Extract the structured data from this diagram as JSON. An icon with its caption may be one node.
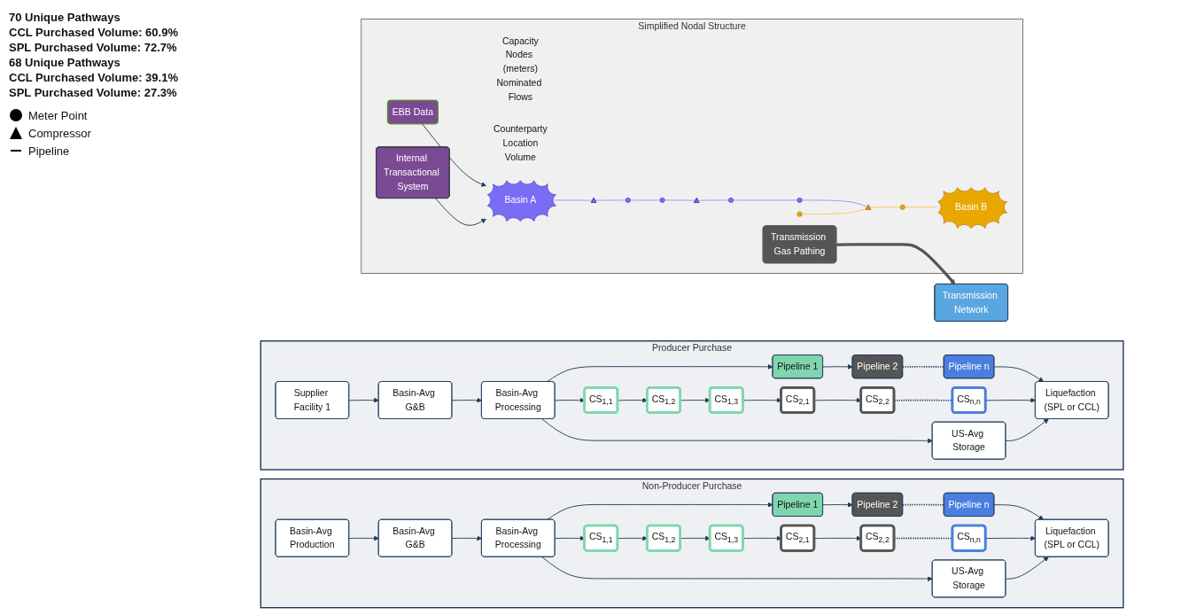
{
  "diagram": {
    "nodes": [
      {
        "text": [
          "Simplified Nodal Structure"
        ]
      },
      {
        "text": [
          "EBB Data"
        ],
        "in": 0,
        "beside": [
          "Capacity",
          "Nodes (meters)",
          "Nominated Flows"
        ]
      },
      {
        "text": [
          "Internal Transactional System"
        ],
        "in": 0,
        "beside": [
          "Counterparty",
          "Location",
          "Volume"
        ]
      },
      {
        "text": [
          "Basin A"
        ],
        "in": 0
      },
      {
        "text": [],
        "shape": "triangle",
        "in": 0
      },
      {
        "text": [],
        "shape": "circle",
        "in": 0
      },
      {
        "text": [],
        "shape": "circle",
        "in": 0
      },
      {
        "text": [],
        "shape": "triangle",
        "in": 0
      },
      {
        "text": [],
        "shape": "circle",
        "in": 0
      },
      {
        "text": [],
        "shape": "circle",
        "in": 0
      },
      {
        "text": [],
        "shape": "circle",
        "in": 0
      },
      {
        "text": [],
        "shape": "triangle",
        "in": 0
      },
      {
        "text": [],
        "shape": "circle",
        "in": 0
      },
      {
        "text": [
          "Basin B"
        ],
        "in": 0
      },
      {
        "text": [
          "Transmission Gas Pathing"
        ],
        "in": 0
      },
      {
        "text": [
          "Transmission Network"
        ]
      },
      {
        "text": [
          "Producer Purchase"
        ]
      },
      {
        "text": [
          "Supplier Facility 1"
        ],
        "in": 16
      },
      {
        "text": [
          "Basin-Avg G&B"
        ],
        "in": 16
      },
      {
        "text": [
          "Basin-Avg Processing"
        ],
        "in": 16
      },
      {
        "text": [
          "Pipeline 1"
        ],
        "in": 16
      },
      {
        "text": [
          "Pipeline 2"
        ],
        "in": 16
      },
      {
        "text": [
          "Pipeline n"
        ],
        "in": 16
      },
      {
        "text": [
          "CS$_{1,1}$"
        ],
        "in": 16
      },
      {
        "text": [
          "CS$_{1,2}$"
        ],
        "in": 16
      },
      {
        "text": [
          "CS$_{1,3}$"
        ],
        "in": 16
      },
      {
        "text": [
          "CS$_{2,1}$"
        ],
        "in": 16
      },
      {
        "text": [
          "CS$_{2,2}$"
        ],
        "in": 16
      },
      {
        "text": [
          "CS$_{n,n}$"
        ],
        "in": 16
      },
      {
        "text": [
          "US-Avg Storage"
        ],
        "in": 16
      },
      {
        "text": [
          "Liquefaction (SPL or CCL)"
        ],
        "in": 16
      },
      {
        "text": [
          "Non-Producer Purchase"
        ]
      },
      {
        "text": [
          "Basin-Avg Production"
        ],
        "in": 31
      },
      {
        "text": [
          "Basin-Avg G&B"
        ],
        "in": 31
      },
      {
        "text": [
          "Basin-Avg Processing"
        ],
        "in": 31
      },
      {
        "text": [
          "Pipeline 1"
        ],
        "in": 31
      },
      {
        "text": [
          "Pipeline 2"
        ],
        "in": 31
      },
      {
        "text": [
          "Pipeline n"
        ],
        "in": 31
      },
      {
        "text": [
          "CS$_{1,1}$"
        ],
        "in": 31
      },
      {
        "text": [
          "CS$_{1,2}$"
        ],
        "in": 31
      },
      {
        "text": [
          "CS$_{1,3}$"
        ],
        "in": 31
      },
      {
        "text": [
          "CS$_{2,1}$"
        ],
        "in": 31
      },
      {
        "text": [
          "CS$_{2,2}$"
        ],
        "in": 31
      },
      {
        "text": [
          "CS$_{n,n}$"
        ],
        "in": 31
      },
      {
        "text": [
          "US-Avg Storage"
        ],
        "in": 31
      },
      {
        "text": [
          "Liquefaction (SPL or CCL)"
        ],
        "in": 31
      }
    ],
    "edges": [
      {
        "from": 1,
        "to": 3,
        "arrow": "to"
      },
      {
        "from": 2,
        "to": 3,
        "arrow": "to"
      },
      {
        "from": 3,
        "to": 4,
        "arrow": "none",
        "color": "#9a93f2"
      },
      {
        "from": 4,
        "to": 5,
        "arrow": "none",
        "color": "#9a93f2"
      },
      {
        "from": 5,
        "to": 6,
        "arrow": "none",
        "color": "#9a93f2"
      },
      {
        "from": 6,
        "to": 7,
        "arrow": "none",
        "color": "#9a93f2"
      },
      {
        "from": 7,
        "to": 8,
        "arrow": "none",
        "color": "#9a93f2"
      },
      {
        "from": 8,
        "to": 9,
        "arrow": "none",
        "color": "#9a93f2"
      },
      {
        "from": 9,
        "to": 11,
        "arrow": "none",
        "color": "#9a93f2"
      },
      {
        "from": 10,
        "to": 11,
        "arrow": "none",
        "color": "#f0c75a"
      },
      {
        "from": 11,
        "to": 12,
        "arrow": "none",
        "color": "#f0c75a"
      },
      {
        "from": 12,
        "to": 13,
        "arrow": "none",
        "color": "#f0c75a"
      },
      {
        "from": 14,
        "to": 15,
        "arrow": "to",
        "style": "thick",
        "color": "#555555"
      },
      {
        "from": 17,
        "to": 18,
        "arrow": "to"
      },
      {
        "from": 18,
        "to": 19,
        "arrow": "to"
      },
      {
        "from": 19,
        "to": 20,
        "arrow": "to"
      },
      {
        "from": 19,
        "to": 23,
        "arrow": "to"
      },
      {
        "from": 19,
        "to": 29,
        "arrow": "to"
      },
      {
        "from": 20,
        "to": 21,
        "arrow": "to"
      },
      {
        "from": 21,
        "to": 22,
        "arrow": "none",
        "style": "dashed"
      },
      {
        "from": 23,
        "to": 24,
        "arrow": "to"
      },
      {
        "from": 24,
        "to": 25,
        "arrow": "to"
      },
      {
        "from": 25,
        "to": 26,
        "arrow": "to"
      },
      {
        "from": 26,
        "to": 27,
        "arrow": "to"
      },
      {
        "from": 27,
        "to": 28,
        "arrow": "none",
        "style": "dashed"
      },
      {
        "from": 22,
        "to": 30,
        "arrow": "to"
      },
      {
        "from": 28,
        "to": 30,
        "arrow": "to"
      },
      {
        "from": 29,
        "to": 30,
        "arrow": "to"
      },
      {
        "from": 32,
        "to": 33,
        "arrow": "to"
      },
      {
        "from": 33,
        "to": 34,
        "arrow": "to"
      },
      {
        "from": 34,
        "to": 35,
        "arrow": "to"
      },
      {
        "from": 34,
        "to": 38,
        "arrow": "to"
      },
      {
        "from": 34,
        "to": 44,
        "arrow": "to"
      },
      {
        "from": 35,
        "to": 36,
        "arrow": "to"
      },
      {
        "from": 36,
        "to": 37,
        "arrow": "none",
        "style": "dashed"
      },
      {
        "from": 38,
        "to": 39,
        "arrow": "to"
      },
      {
        "from": 39,
        "to": 40,
        "arrow": "to"
      },
      {
        "from": 40,
        "to": 41,
        "arrow": "to"
      },
      {
        "from": 41,
        "to": 42,
        "arrow": "to"
      },
      {
        "from": 42,
        "to": 43,
        "arrow": "none",
        "style": "dashed"
      },
      {
        "from": 37,
        "to": 45,
        "arrow": "to"
      },
      {
        "from": 43,
        "to": 45,
        "arrow": "to"
      },
      {
        "from": 44,
        "to": 45,
        "arrow": "to"
      }
    ],
    "labels": [
      "70 Unique Pathways",
      "CCL Purchased Volume: 60.9%",
      "SPL Purchased Volume: 72.7%",
      "68 Unique Pathways",
      "CCL Purchased Volume: 39.1%",
      "SPL Purchased Volume: 27.3%"
    ],
    "legend": [
      {
        "text": "Meter Point"
      },
      {
        "text": "Compressor"
      },
      {
        "text": "Pipeline"
      }
    ]
  }
}
